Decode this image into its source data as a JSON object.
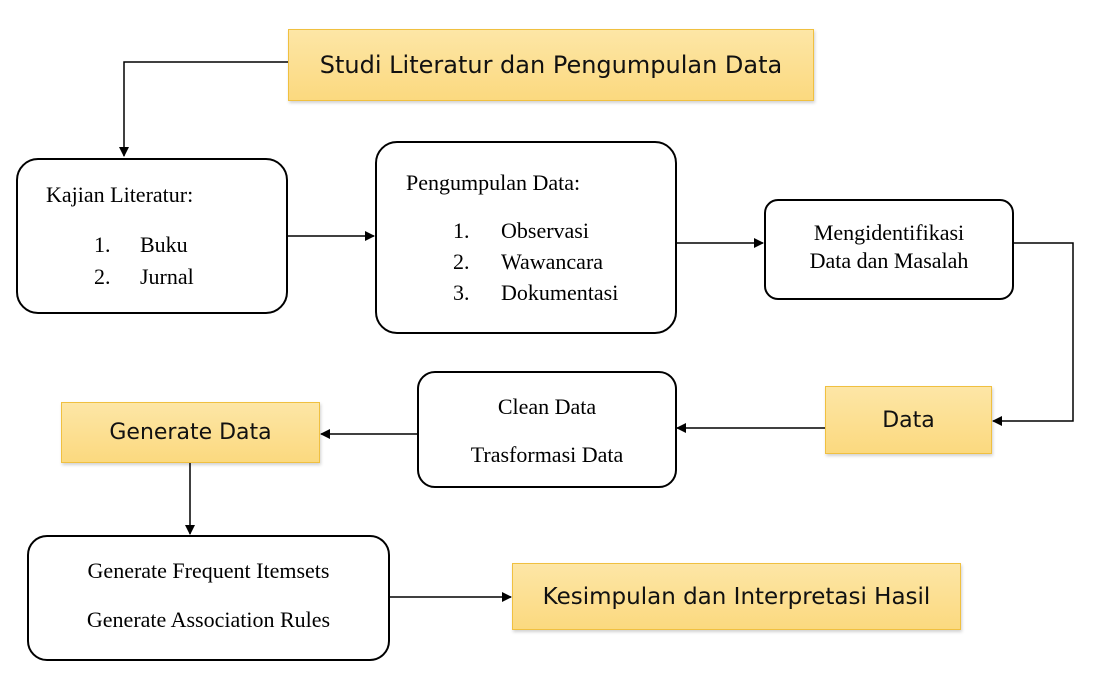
{
  "header": {
    "studi": "Studi Literatur dan Pengumpulan Data"
  },
  "kajian": {
    "title": "Kajian Literatur:",
    "items": [
      {
        "num": "1.",
        "label": "Buku"
      },
      {
        "num": "2.",
        "label": "Jurnal"
      }
    ]
  },
  "pengumpulan": {
    "title": "Pengumpulan Data:",
    "items": [
      {
        "num": "1.",
        "label": "Observasi"
      },
      {
        "num": "2.",
        "label": "Wawancara"
      },
      {
        "num": "3.",
        "label": "Dokumentasi"
      }
    ]
  },
  "identifikasi": {
    "line1": "Mengidentifikasi",
    "line2": "Data dan Masalah"
  },
  "data_box": {
    "label": "Data"
  },
  "clean": {
    "line1": "Clean Data",
    "line2": "Trasformasi Data"
  },
  "generate_data": {
    "label": "Generate Data"
  },
  "generate": {
    "line1": "Generate Frequent Itemsets",
    "line2": "Generate Association Rules"
  },
  "kesimpulan": {
    "label": "Kesimpulan dan Interpretasi Hasil"
  },
  "colors": {
    "orange_fill": "#fbd97f",
    "orange_border": "#f0c040",
    "line": "#000000"
  }
}
